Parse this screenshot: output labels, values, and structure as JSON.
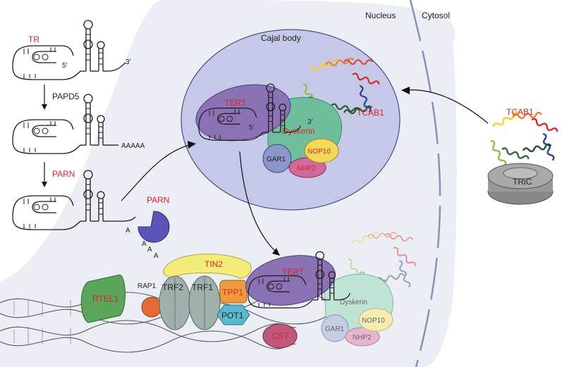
{
  "compartments": {
    "nucleus": "Nucleus",
    "cytosol": "Cytosol",
    "cajal_body": "Cajal body"
  },
  "rna_steps": {
    "tr_label": "TR",
    "papd5_label": "PAPD5",
    "parn_step_label": "PARN",
    "parn_enzyme_label": "PARN",
    "five_prime": "5′",
    "three_prime": "3′",
    "poly_a_tail": "AAAAA",
    "a_nt": "A",
    "a_trailing": [
      "A",
      "A",
      "A"
    ]
  },
  "cajal_complex": {
    "tert": "TERT",
    "dyskerin": "Dyskerin",
    "gar1": "GAR1",
    "nop10": "NOP10",
    "nhp2": "NHP2",
    "tcab1": "TCAB1",
    "five_prime": "5′",
    "three_prime": "3′"
  },
  "cytosol_complex": {
    "tcab1": "TCAB1",
    "tric": "TRiC"
  },
  "telomere": {
    "rtel1": "RTEL1",
    "rap1": "RAP1",
    "trf2": "TRF2",
    "trf1": "TRF1",
    "tin2": "TIN2",
    "tpp1": "TPP1",
    "pot1": "POT1",
    "cst": "CST",
    "tert": "TERT",
    "dyskerin": "Dyskerin",
    "gar1": "GAR1",
    "nop10": "NOP10",
    "nhp2": "NHP2"
  },
  "colors": {
    "red_label": "#d8242a",
    "nucleus_fill": "#eceef6",
    "cajal_fill": "#c5c8e6",
    "tert_purple": "#8a72b4",
    "dyskerin_green": "#6fbf9c",
    "gar1_blue": "#8c97c9",
    "nop10_yellow": "#f3d95a",
    "nhp2_pink": "#d06a9a",
    "parn_blue": "#5b55b8",
    "tric_gray": "#9a9a9a",
    "trf_gray": "#9fb0ad",
    "tin2_yellow": "#f4ec7a",
    "tpp1_orange": "#ef9a3e",
    "pot1_cyan": "#5ab9cf",
    "rtel1_green": "#5aa55a",
    "rap1_orange": "#e56a35",
    "cst_pink": "#c0587a"
  }
}
